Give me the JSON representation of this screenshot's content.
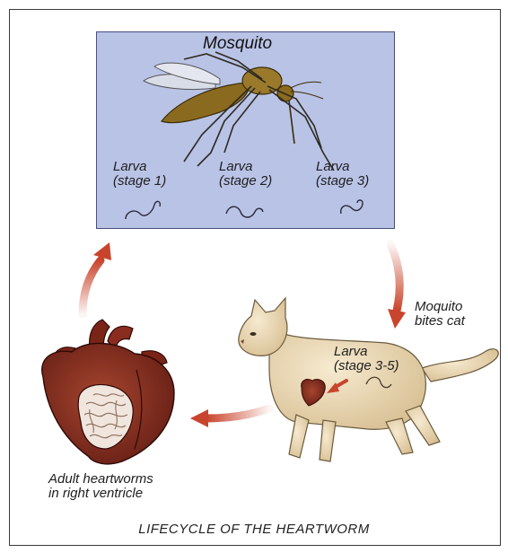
{
  "diagram": {
    "title": "Mosquito",
    "larva_stages": [
      {
        "line1": "Larva",
        "line2": "(stage 1)"
      },
      {
        "line1": "Larva",
        "line2": "(stage 2)"
      },
      {
        "line1": "Larva",
        "line2": "(stage 3)"
      }
    ],
    "bite_label": {
      "line1": "Moquito",
      "line2": "bites cat"
    },
    "cat_larva": {
      "line1": "Larva",
      "line2": "(stage 3-5)"
    },
    "heart_label": {
      "line1": "Adult heartworms",
      "line2": "in right ventricle"
    },
    "caption": "LIFECYCLE OF THE HEARTWORM",
    "colors": {
      "panel": "#b9c3e6",
      "arrow": "#c9442c",
      "mosquito": "#8a6a1e",
      "cat": "#efdcb5",
      "heart": "#8a2c1f"
    }
  }
}
